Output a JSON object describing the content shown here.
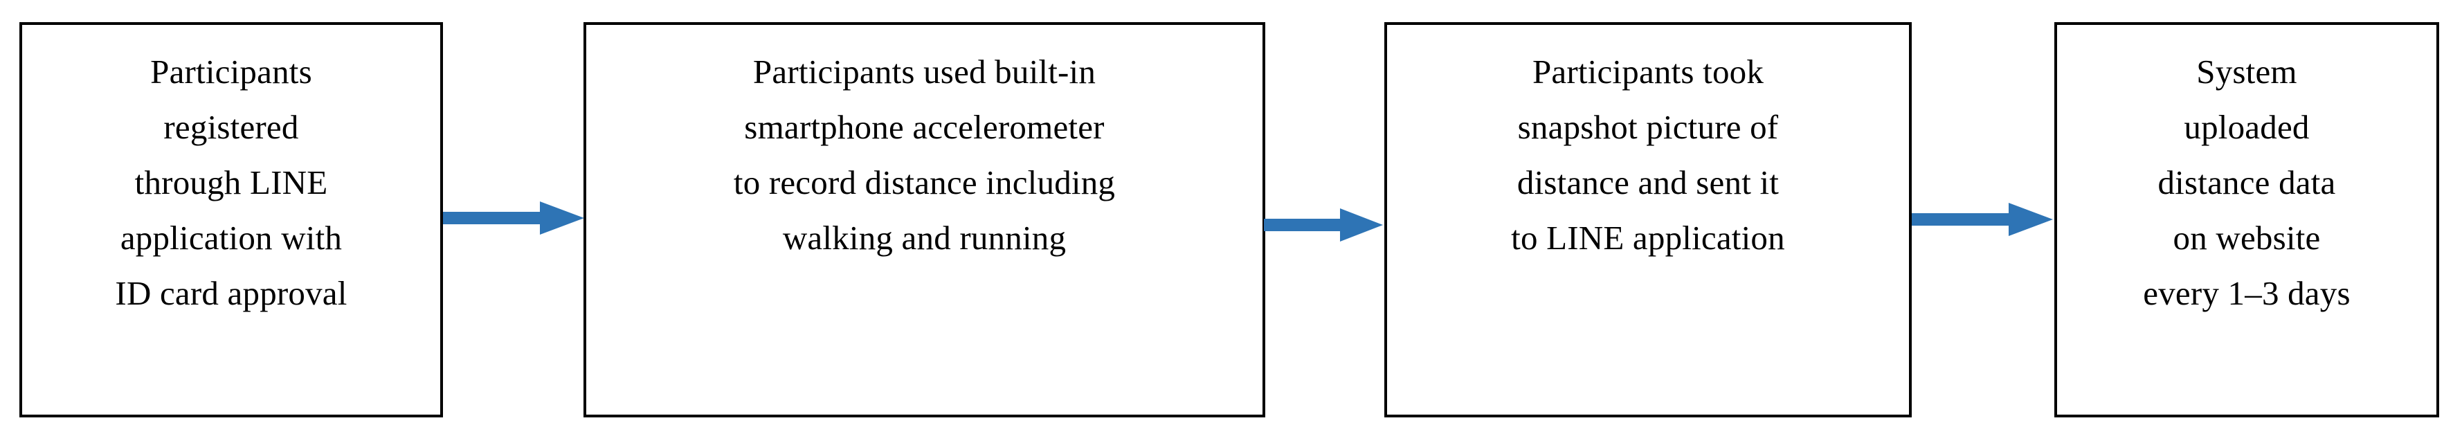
{
  "diagram": {
    "type": "horizontal-process-flow",
    "orientation": "left-to-right",
    "background_color": "#FFFFFF",
    "box_border_color": "#000000",
    "box_fill_color": "#FFFFFF",
    "arrow_color": "#2E74B5",
    "text_color": "#000000",
    "step_count": 4,
    "arrow_count": 3,
    "steps": [
      {
        "id": "step-1",
        "name": "registration",
        "text": "Participants\nregistered\nthrough LINE\napplication with\nID card approval",
        "lines": [
          "Participants",
          "registered",
          "through LINE",
          "application with",
          "ID card approval"
        ]
      },
      {
        "id": "step-2",
        "name": "accelerometer-recording",
        "text": "Participants used built-in\nsmartphone accelerometer\nto record distance including\nwalking and running",
        "lines": [
          "Participants used built-in",
          "smartphone accelerometer",
          "to record distance including",
          "walking and running"
        ]
      },
      {
        "id": "step-3",
        "name": "snapshot-submission",
        "text": "Participants took\nsnapshot picture of\ndistance and sent it\nto LINE application",
        "lines": [
          "Participants took",
          "snapshot picture of",
          "distance and sent it",
          "to LINE application"
        ]
      },
      {
        "id": "step-4",
        "name": "system-upload",
        "text": "System\nuploaded\ndistance data\non website\nevery 1–3 days",
        "lines": [
          "System",
          "uploaded",
          "distance data",
          "on website",
          "every 1–3 days"
        ]
      }
    ],
    "arrows": [
      {
        "id": "arrow-1",
        "from": "step-1",
        "to": "step-2",
        "direction": "right"
      },
      {
        "id": "arrow-2",
        "from": "step-2",
        "to": "step-3",
        "direction": "right"
      },
      {
        "id": "arrow-3",
        "from": "step-3",
        "to": "step-4",
        "direction": "right"
      }
    ]
  }
}
